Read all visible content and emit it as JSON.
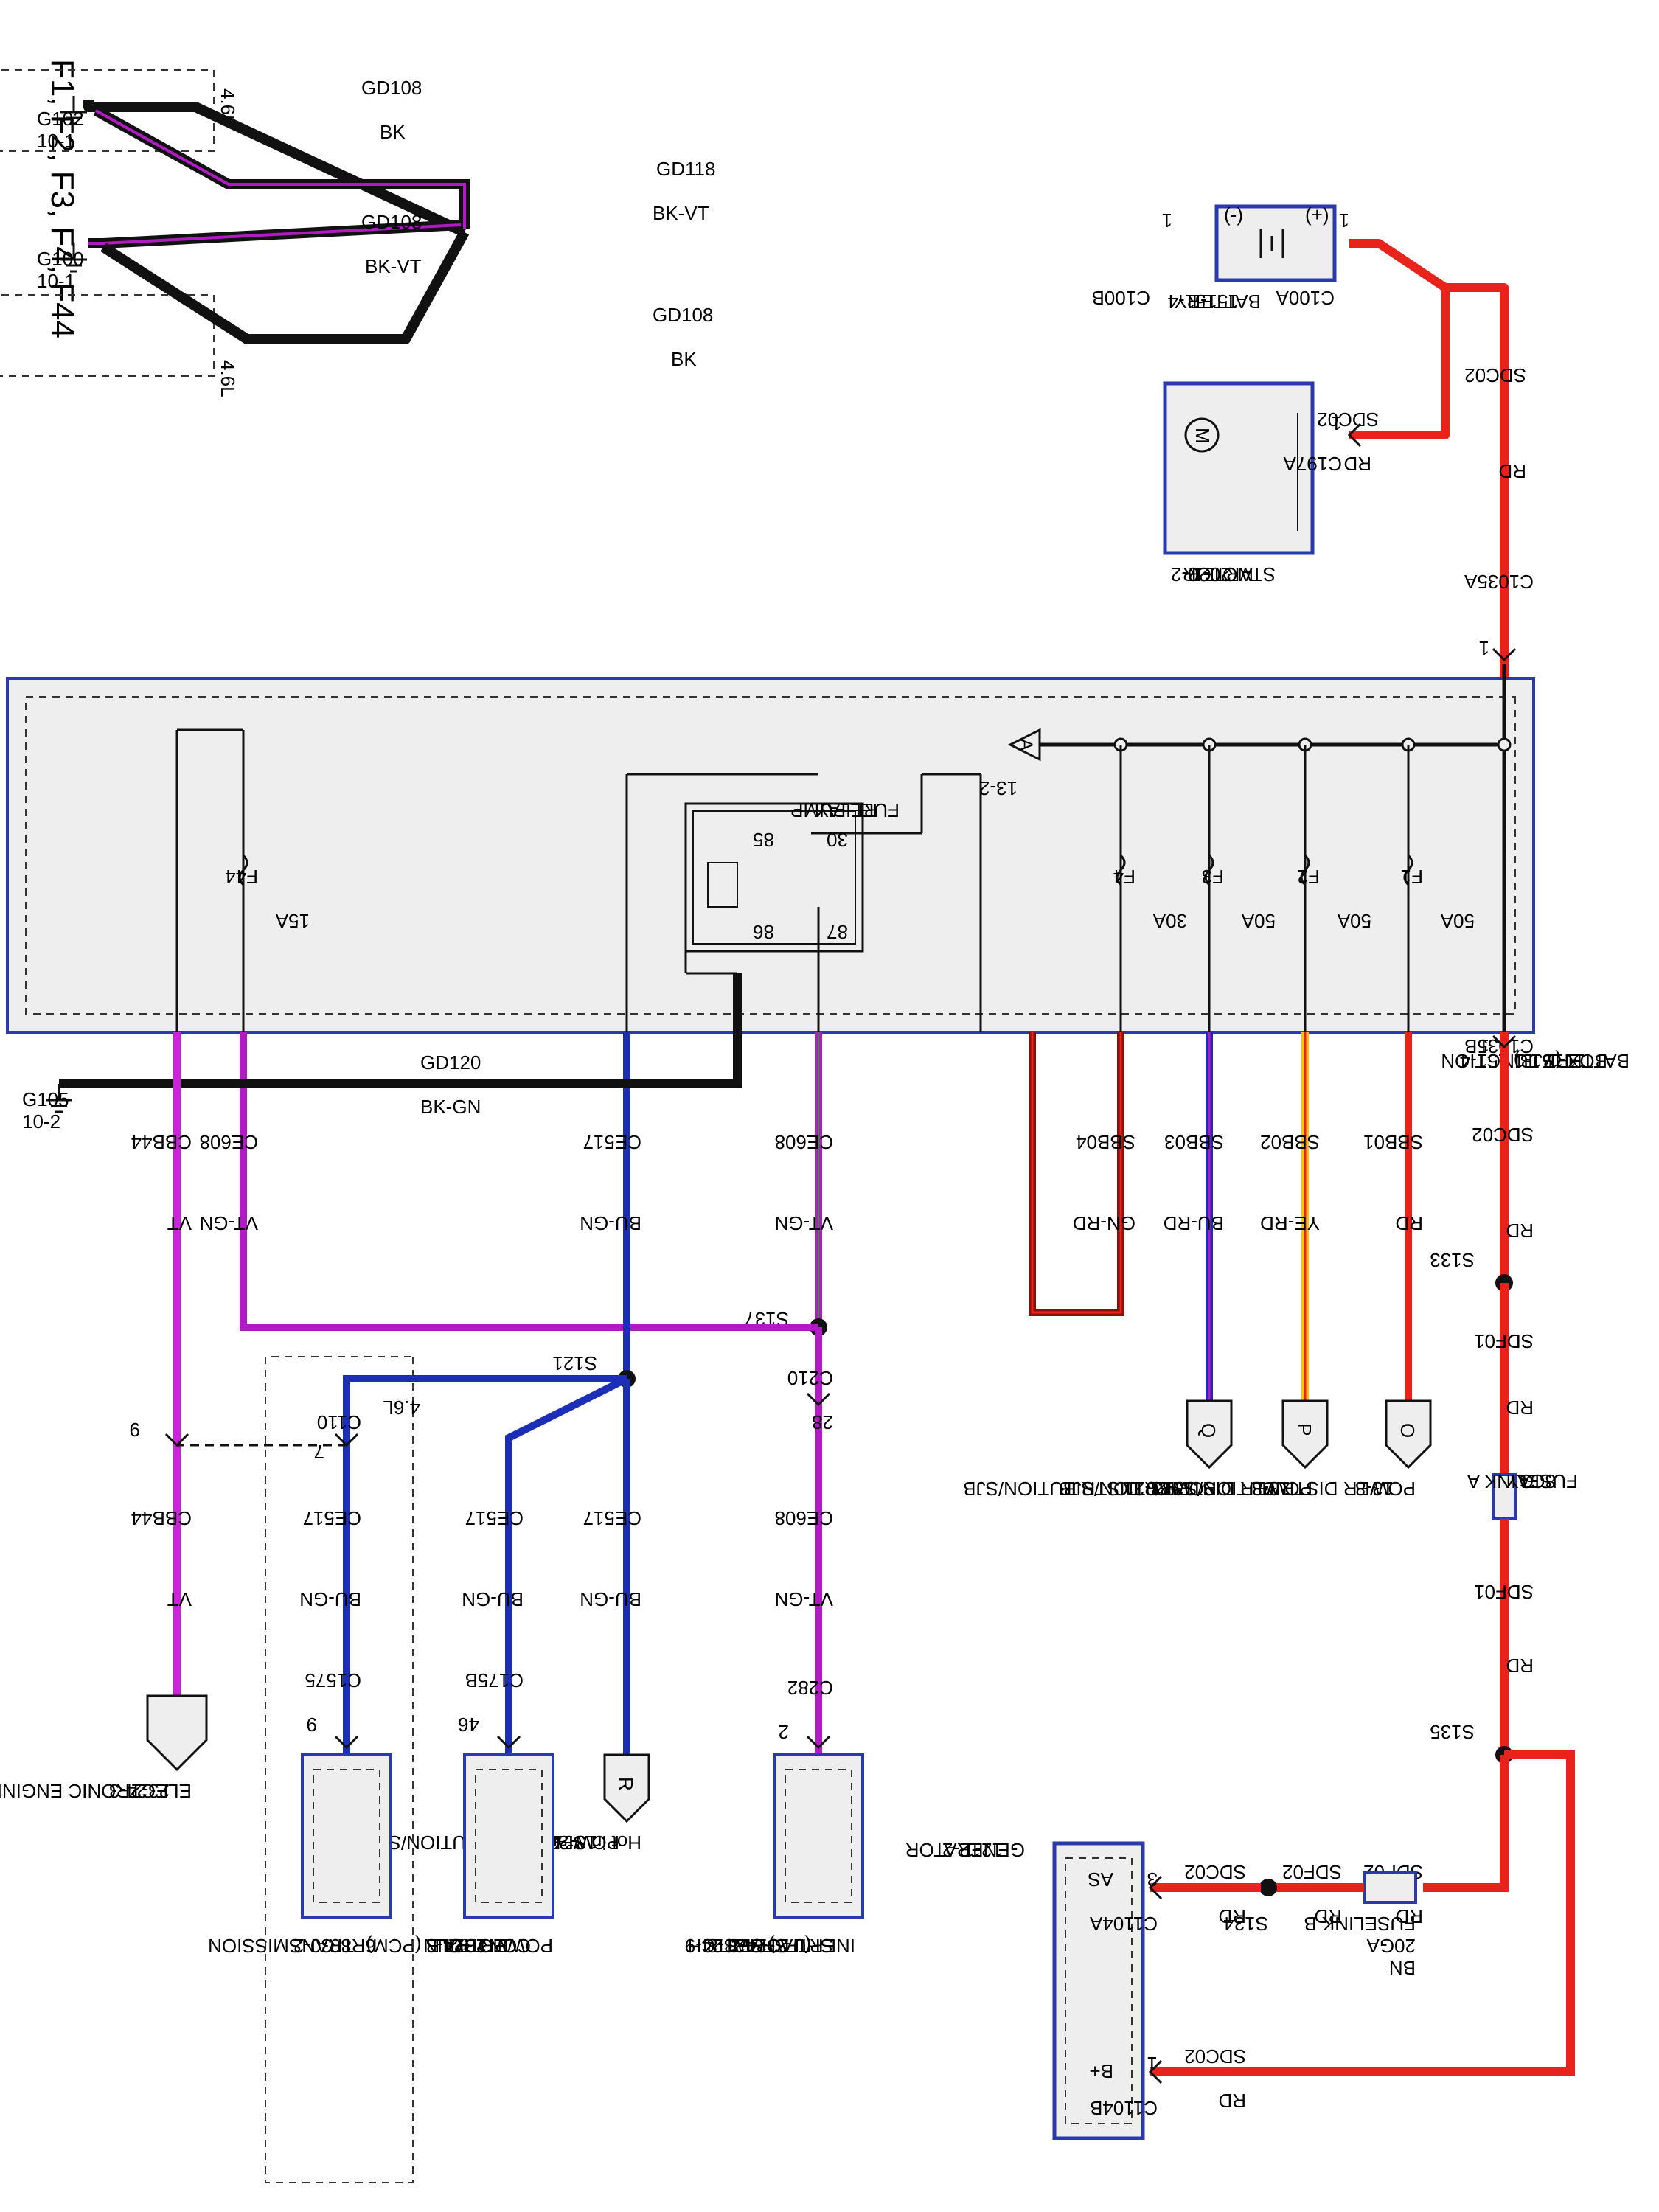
{
  "title": "F1, F2, F3, F4, F44",
  "colors": {
    "red": "#e8231b",
    "black": "#111111",
    "purple": "#b11bc4",
    "violet": "#cc22dd",
    "blue": "#1c2eb5",
    "yellow": "#f7c600",
    "darkred": "#8a1010",
    "box": "#2a3aad",
    "panel": "#eeeeee"
  },
  "grounds": [
    {
      "id": "G102",
      "ref": "10-1"
    },
    {
      "id": "G100",
      "ref": "10-1"
    },
    {
      "id": "G105",
      "ref": "10-2"
    }
  ],
  "engine_label": "4.6L",
  "wires": {
    "gd108_top": {
      "circuit": "GD108",
      "color": "BK"
    },
    "gd118": {
      "circuit": "GD118",
      "color": "BK-VT"
    },
    "gd108_mid": {
      "circuit": "GD108",
      "color": "BK-VT"
    },
    "gd108_bot": {
      "circuit": "GD108",
      "color": "BK"
    },
    "gd120": {
      "circuit": "GD120",
      "color": "BK-GN"
    },
    "sdc02_bat": {
      "circuit": "SDC02",
      "color": "RD"
    },
    "sdc02_starter": {
      "circuit": "SDC02",
      "color": "RD"
    },
    "sdc02_bjb": {
      "circuit": "SDC02",
      "color": "RD"
    },
    "sdf01_a": {
      "circuit": "SDF01",
      "color": "RD"
    },
    "sdf01_b": {
      "circuit": "SDF01",
      "color": "RD"
    },
    "sdf02_a": {
      "circuit": "SDF02",
      "color": "RD"
    },
    "sdf02_b": {
      "circuit": "SDF02",
      "color": "RD"
    },
    "sdc02_gen_as": {
      "circuit": "SDC02",
      "color": "RD"
    },
    "sdc02_gen_b": {
      "circuit": "SDC02",
      "color": "RD"
    },
    "sbb01": {
      "circuit": "SBB01",
      "color": "RD"
    },
    "sbb02": {
      "circuit": "SBB02",
      "color": "YE-RD"
    },
    "sbb03": {
      "circuit": "SBB03",
      "color": "BU-RD"
    },
    "sbb04": {
      "circuit": "SBB04",
      "color": "GN-RD"
    },
    "ce608_a": {
      "circuit": "CE608",
      "color": "VT-GN"
    },
    "ce608_b": {
      "circuit": "CE608",
      "color": "VT-GN"
    },
    "ce608_c": {
      "circuit": "CE608",
      "color": "VT-GN"
    },
    "ce517_a": {
      "circuit": "CE517",
      "color": "BU-GN"
    },
    "ce517_b": {
      "circuit": "CE517",
      "color": "BU-GN"
    },
    "ce517_c": {
      "circuit": "CE517",
      "color": "BU-GN"
    },
    "ce517_d": {
      "circuit": "CE517",
      "color": "BU-GN"
    },
    "cbb44_a": {
      "circuit": "CBB44",
      "color": "VT"
    },
    "cbb44_b": {
      "circuit": "CBB44",
      "color": "VT"
    }
  },
  "connectors": {
    "c100b": {
      "id": "C100B",
      "pin": "1"
    },
    "c100a": {
      "id": "C100A",
      "pin": "1"
    },
    "c197a": {
      "id": "C197A",
      "pin": "1"
    },
    "c1035a": {
      "id": "C1035A",
      "pin": "1"
    },
    "c1035b": {
      "id": "C1035B",
      "pin": "1"
    },
    "c1104a": {
      "id": "C1104A",
      "pin": "3"
    },
    "c1104b": {
      "id": "C1104B",
      "pin": "1"
    },
    "c210": {
      "id": "C210",
      "pin": "28"
    },
    "c282": {
      "id": "C282",
      "pin": "2"
    },
    "c175b": {
      "id": "C175B",
      "pin": "46"
    },
    "c1575": {
      "id": "C1575",
      "pin": "9"
    },
    "c110": {
      "id": "C110",
      "pin": "7"
    },
    "c_eec": {
      "pin": "9"
    }
  },
  "splices": [
    "S133",
    "S135",
    "S134",
    "S137",
    "S121"
  ],
  "components": {
    "battery": {
      "name": "BATTERY",
      "refs": [
        "151-1",
        "151-4"
      ]
    },
    "starter": {
      "name": "STARTER",
      "name2": "MOTOR",
      "refs": [
        "20-1",
        "20-2"
      ]
    },
    "bjb": {
      "name": "BATTERY JUNCTION",
      "name2": "BOX (BJB)",
      "refs": [
        "11-1",
        "151-1   151-4"
      ]
    },
    "fuselink_a": {
      "name": "FUSELINK A",
      "size": "8GA",
      "color": "GY"
    },
    "fuselink_b": {
      "name": "FUSELINK B",
      "size": "20GA",
      "color": "BN"
    },
    "generator": {
      "name": "GENERATOR",
      "refs": [
        "12-1",
        "12-2"
      ],
      "pin_as": "AS",
      "pin_b": "B+"
    },
    "relay": {
      "name": "FUEL PUMP",
      "name2": "RELAY",
      "pins": [
        "30",
        "85",
        "86",
        "87"
      ]
    },
    "ifs": {
      "name": "INERTIA FUEL",
      "name2": "SHUTOFF",
      "name3": "(IFS) SWITCH",
      "refs": [
        "23-7   23-8",
        "24-8   24-9"
      ]
    },
    "pcm": {
      "name": "POWERTRAIN",
      "name2": "CONTROL",
      "name3": "MODULE (PCM)",
      "refs": [
        "23-2",
        "24-3"
      ]
    },
    "trans": {
      "name": "6R80",
      "name2": "TRANSMISSION",
      "refs": [
        "30-2"
      ]
    },
    "pd_r": {
      "name": "Hot in Start or Run",
      "name2": "POWER DISTRIBUTION/SJB",
      "refs": [
        "13-22"
      ]
    },
    "eec": {
      "name": "ELECTRONIC ENGINE CONTROLS",
      "refs": [
        "23-2",
        "24-3"
      ]
    }
  },
  "fuses": [
    {
      "id": "F1",
      "rating": "50A"
    },
    {
      "id": "F2",
      "rating": "50A"
    },
    {
      "id": "F3",
      "rating": "50A"
    },
    {
      "id": "F4",
      "rating": "30A"
    },
    {
      "id": "F44",
      "rating": "15A"
    }
  ],
  "flags": {
    "A": {
      "letter": "A",
      "ref": "13-2"
    },
    "O": {
      "letter": "O",
      "label": "POWER DISTRIBUTION/SJB",
      "ref": "13-8"
    },
    "P": {
      "letter": "P",
      "label": "POWER DISTRIBUTION/SJB",
      "ref": "13-8"
    },
    "Q": {
      "letter": "Q",
      "label": "POWER DISTRIBUTION/SJB",
      "ref": "13-20",
      "ref2": "13-21"
    },
    "R": {
      "letter": "R"
    }
  }
}
